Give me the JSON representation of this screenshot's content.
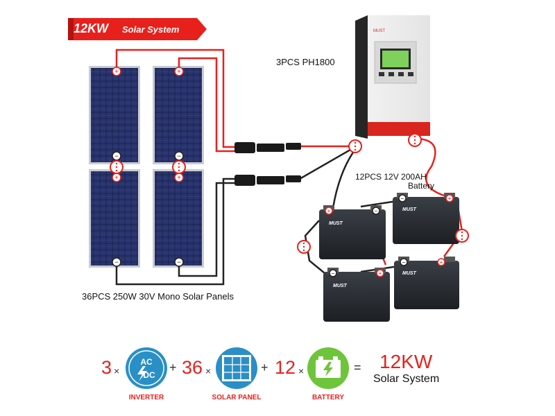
{
  "banner": {
    "number": "12KW",
    "text": "Solar System",
    "color": "#e8201c"
  },
  "inverter": {
    "label": "3PCS PH1800",
    "brand": "MUST"
  },
  "battery_group": {
    "label_line1": "12PCS 12V 200AH",
    "label_line2": "Battery",
    "brand": "MUST"
  },
  "panels": {
    "label": "36PCS 250W 30V Mono Solar Panels"
  },
  "formula": {
    "inverter_count": "3",
    "panel_count": "36",
    "battery_count": "12",
    "times": "×",
    "plus": "+",
    "equals": "=",
    "inverter_caption": "INVERTER",
    "panel_caption": "SOLAR PANEL",
    "battery_caption": "BATTERY",
    "inverter_icon_text_top": "AC",
    "inverter_icon_text_bottom": "DC",
    "result_power": "12KW",
    "result_text": "Solar System"
  },
  "colors": {
    "accent": "#e8201c",
    "icon_blue": "#2a8fc7",
    "icon_green": "#6ec43a",
    "wire_black": "#222222"
  }
}
